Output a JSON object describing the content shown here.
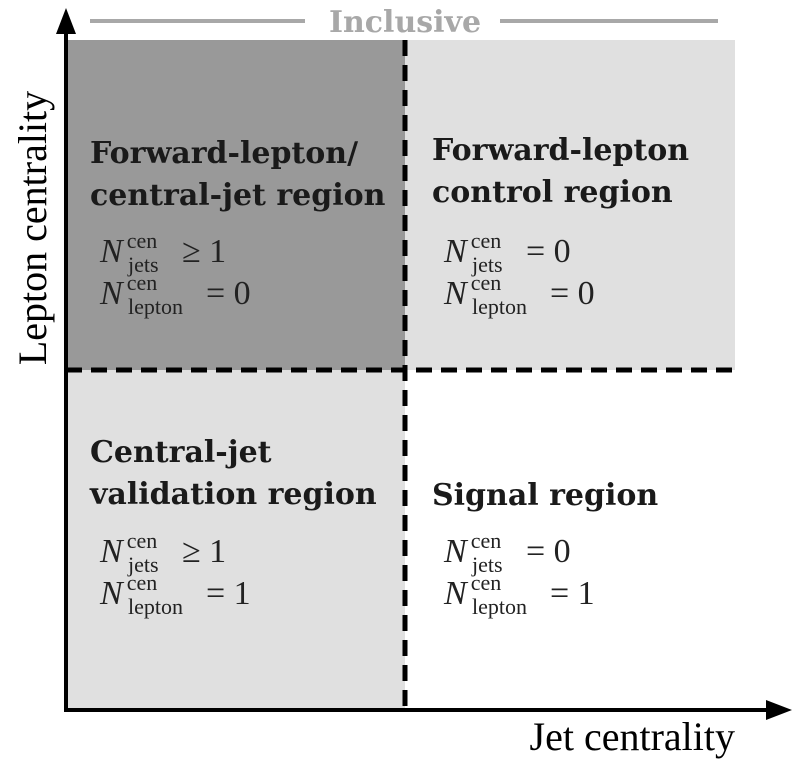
{
  "colors": {
    "dark_region": "#999999",
    "light_region": "#e0e0e0",
    "white_region": "#ffffff",
    "inclusive": "#a8a8a8",
    "axis": "#000000"
  },
  "inclusive": {
    "label": "Inclusive"
  },
  "axes": {
    "x_label": "Jet centrality",
    "y_label": "Lepton centrality"
  },
  "regions": {
    "top_left": {
      "title_lines": [
        "Forward-lepton/",
        "central-jet region"
      ],
      "conditions": [
        {
          "symbol": "N",
          "sup": "cen",
          "sub": "jets",
          "relation": "≥ 1"
        },
        {
          "symbol": "N",
          "sup": "cen",
          "sub": "lepton",
          "relation": "= 0"
        }
      ]
    },
    "top_right": {
      "title_lines": [
        "Forward-lepton",
        "control region"
      ],
      "conditions": [
        {
          "symbol": "N",
          "sup": "cen",
          "sub": "jets",
          "relation": "= 0"
        },
        {
          "symbol": "N",
          "sup": "cen",
          "sub": "lepton",
          "relation": "= 0"
        }
      ]
    },
    "bottom_left": {
      "title_lines": [
        "Central-jet",
        "validation region"
      ],
      "conditions": [
        {
          "symbol": "N",
          "sup": "cen",
          "sub": "jets",
          "relation": "≥ 1"
        },
        {
          "symbol": "N",
          "sup": "cen",
          "sub": "lepton",
          "relation": "= 1"
        }
      ]
    },
    "bottom_right": {
      "title_lines": [
        "Signal region"
      ],
      "conditions": [
        {
          "symbol": "N",
          "sup": "cen",
          "sub": "jets",
          "relation": "= 0"
        },
        {
          "symbol": "N",
          "sup": "cen",
          "sub": "lepton",
          "relation": "= 1"
        }
      ]
    }
  }
}
